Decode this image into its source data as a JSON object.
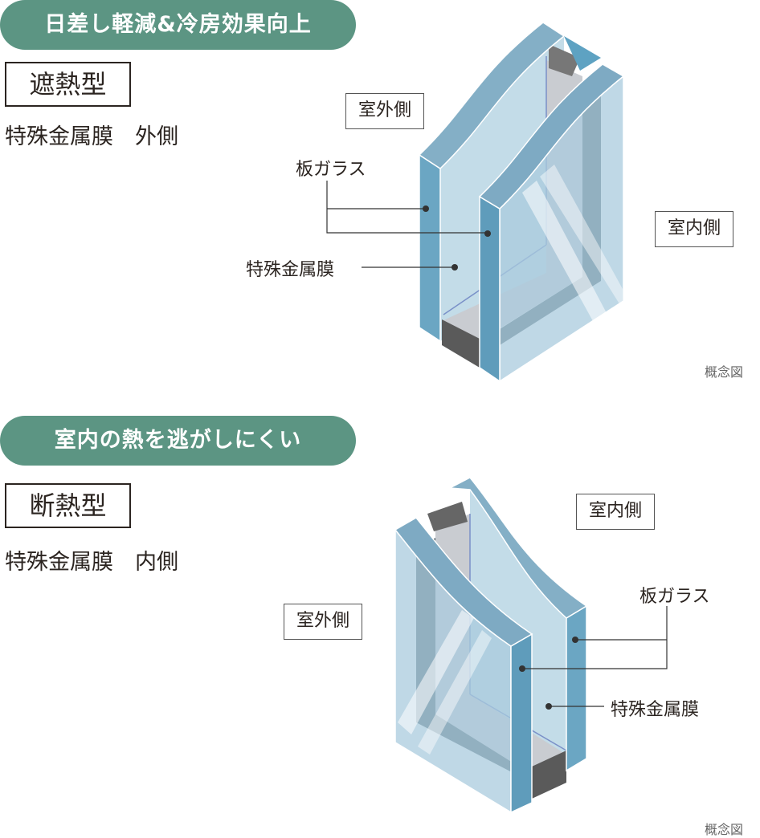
{
  "sections": [
    {
      "headline": "日差し軽減&冷房効果向上",
      "type_label": "遮熱型",
      "membrane_position": "特殊金属膜　外側",
      "outside_label": "室外側",
      "inside_label": "室内側",
      "glass_label": "板ガラス",
      "membrane_label": "特殊金属膜",
      "note": "概念図"
    },
    {
      "headline": "室内の熱を逃がしにくい",
      "type_label": "断熱型",
      "membrane_position": "特殊金属膜　内側",
      "outside_label": "室外側",
      "inside_label": "室内側",
      "glass_label": "板ガラス",
      "membrane_label": "特殊金属膜",
      "note": "概念図"
    }
  ],
  "colors": {
    "pill": "#5c9583",
    "glass_edge": "#6aa5c2",
    "glass_face": "#c3dce8",
    "frame": "#4e5f67"
  }
}
